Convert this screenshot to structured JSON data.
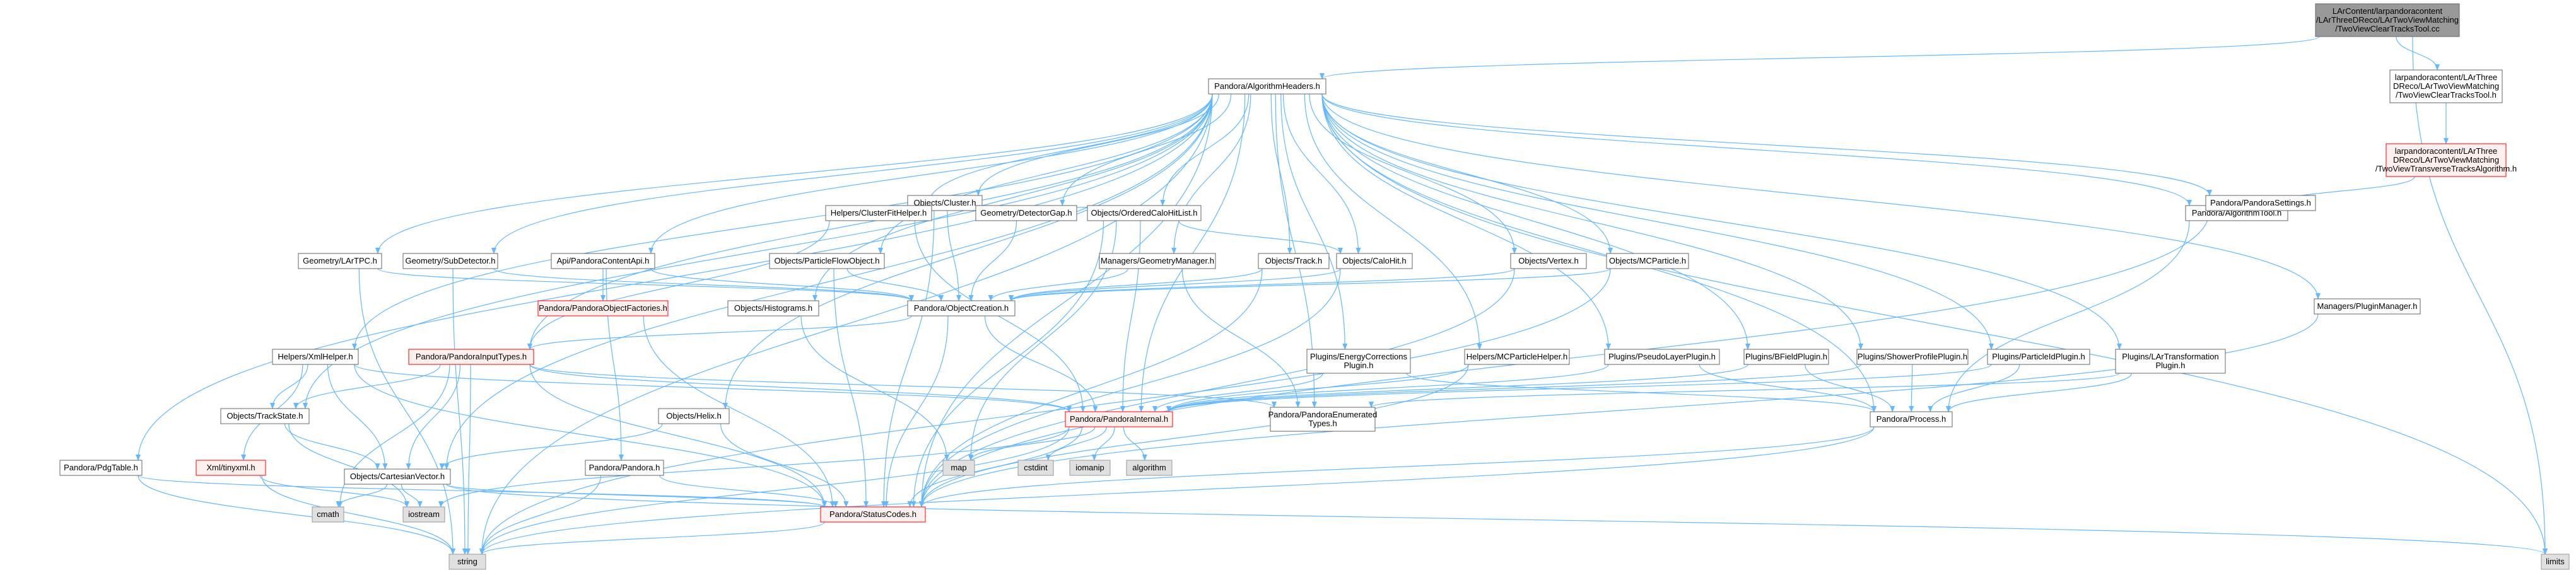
{
  "colors": {
    "edge": "#63b8ff",
    "node_border": "#666666",
    "node_fill": "#ffffff",
    "root_fill": "#999999",
    "grey_fill": "#e0e0e0",
    "red_border": "#ff0000",
    "red_fill": "#fff0f0"
  },
  "nodes": [
    {
      "id": "root",
      "lines": [
        "LArContent/larpandoracontent",
        "/LArThreeDReco/LArTwoViewMatching",
        "/TwoViewClearTracksTool.cc"
      ],
      "style": "root"
    },
    {
      "id": "alg_headers",
      "lines": [
        "Pandora/AlgorithmHeaders.h"
      ],
      "style": "normal"
    },
    {
      "id": "twoview_tool_h",
      "lines": [
        "larpandoracontent/LArThree",
        "DReco/LArTwoViewMatching",
        "/TwoViewClearTracksTool.h"
      ],
      "style": "normal"
    },
    {
      "id": "limits",
      "lines": [
        "limits"
      ],
      "style": "grey"
    },
    {
      "id": "transverse_alg",
      "lines": [
        "larpandoracontent/LArThree",
        "DReco/LArTwoViewMatching",
        "/TwoViewTransverseTracksAlgorithm.h"
      ],
      "style": "red"
    },
    {
      "id": "alg_tool",
      "lines": [
        "Pandora/AlgorithmTool.h"
      ],
      "style": "normal"
    },
    {
      "id": "pandora_settings",
      "lines": [
        "Pandora/PandoraSettings.h"
      ],
      "style": "normal"
    },
    {
      "id": "objects_cluster",
      "lines": [
        "Objects/Cluster.h"
      ],
      "style": "normal"
    },
    {
      "id": "clusterfit",
      "lines": [
        "Helpers/ClusterFitHelper.h"
      ],
      "style": "normal"
    },
    {
      "id": "detector_gap",
      "lines": [
        "Geometry/DetectorGap.h"
      ],
      "style": "normal"
    },
    {
      "id": "ordered_calohitlist",
      "lines": [
        "Objects/OrderedCaloHitList.h"
      ],
      "style": "normal"
    },
    {
      "id": "lartpc",
      "lines": [
        "Geometry/LArTPC.h"
      ],
      "style": "normal"
    },
    {
      "id": "subdetector",
      "lines": [
        "Geometry/SubDetector.h"
      ],
      "style": "normal"
    },
    {
      "id": "api_content",
      "lines": [
        "Api/PandoraContentApi.h"
      ],
      "style": "normal"
    },
    {
      "id": "particleflow",
      "lines": [
        "Objects/ParticleFlowObject.h"
      ],
      "style": "normal"
    },
    {
      "id": "geom_manager",
      "lines": [
        "Managers/GeometryManager.h"
      ],
      "style": "normal"
    },
    {
      "id": "objects_track",
      "lines": [
        "Objects/Track.h"
      ],
      "style": "normal"
    },
    {
      "id": "objects_calohit",
      "lines": [
        "Objects/CaloHit.h"
      ],
      "style": "normal"
    },
    {
      "id": "objects_vertex",
      "lines": [
        "Objects/Vertex.h"
      ],
      "style": "normal"
    },
    {
      "id": "objects_mcparticle",
      "lines": [
        "Objects/MCParticle.h"
      ],
      "style": "normal"
    },
    {
      "id": "plugin_manager",
      "lines": [
        "Managers/PluginManager.h"
      ],
      "style": "normal"
    },
    {
      "id": "object_factories",
      "lines": [
        "Pandora/PandoraObjectFactories.h"
      ],
      "style": "red"
    },
    {
      "id": "object_creation",
      "lines": [
        "Pandora/ObjectCreation.h"
      ],
      "style": "normal"
    },
    {
      "id": "objects_histograms",
      "lines": [
        "Objects/Histograms.h"
      ],
      "style": "normal"
    },
    {
      "id": "xml_helper",
      "lines": [
        "Helpers/XmlHelper.h"
      ],
      "style": "normal"
    },
    {
      "id": "input_types",
      "lines": [
        "Pandora/PandoraInputTypes.h"
      ],
      "style": "red"
    },
    {
      "id": "energy_corrections",
      "lines": [
        "Plugins/EnergyCorrections",
        "Plugin.h"
      ],
      "style": "normal"
    },
    {
      "id": "mcparticle_helper",
      "lines": [
        "Helpers/MCParticleHelper.h"
      ],
      "style": "normal"
    },
    {
      "id": "pseudolayer",
      "lines": [
        "Plugins/PseudoLayerPlugin.h"
      ],
      "style": "normal"
    },
    {
      "id": "bfield",
      "lines": [
        "Plugins/BFieldPlugin.h"
      ],
      "style": "normal"
    },
    {
      "id": "showerprofile",
      "lines": [
        "Plugins/ShowerProfilePlugin.h"
      ],
      "style": "normal"
    },
    {
      "id": "particleid",
      "lines": [
        "Plugins/ParticleIdPlugin.h"
      ],
      "style": "normal"
    },
    {
      "id": "lartransformation",
      "lines": [
        "Plugins/LArTransformation",
        "Plugin.h"
      ],
      "style": "normal"
    },
    {
      "id": "objects_trackstate",
      "lines": [
        "Objects/TrackState.h"
      ],
      "style": "normal"
    },
    {
      "id": "objects_helix",
      "lines": [
        "Objects/Helix.h"
      ],
      "style": "normal"
    },
    {
      "id": "pandora_internal",
      "lines": [
        "Pandora/PandoraInternal.h"
      ],
      "style": "red"
    },
    {
      "id": "enumerated_types",
      "lines": [
        "Pandora/PandoraEnumerated",
        "Types.h"
      ],
      "style": "normal"
    },
    {
      "id": "pandora_process",
      "lines": [
        "Pandora/Process.h"
      ],
      "style": "normal"
    },
    {
      "id": "tinyxml",
      "lines": [
        "Xml/tinyxml.h"
      ],
      "style": "red"
    },
    {
      "id": "cartesian_vector",
      "lines": [
        "Objects/CartesianVector.h"
      ],
      "style": "normal"
    },
    {
      "id": "map",
      "lines": [
        "map"
      ],
      "style": "grey"
    },
    {
      "id": "cstdint",
      "lines": [
        "cstdint"
      ],
      "style": "grey"
    },
    {
      "id": "iomanip",
      "lines": [
        "iomanip"
      ],
      "style": "grey"
    },
    {
      "id": "algorithm",
      "lines": [
        "algorithm"
      ],
      "style": "grey"
    },
    {
      "id": "pdgtable",
      "lines": [
        "Pandora/PdgTable.h"
      ],
      "style": "normal"
    },
    {
      "id": "pandora_h",
      "lines": [
        "Pandora/Pandora.h"
      ],
      "style": "normal"
    },
    {
      "id": "cmath",
      "lines": [
        "cmath"
      ],
      "style": "grey"
    },
    {
      "id": "iostream",
      "lines": [
        "iostream"
      ],
      "style": "grey"
    },
    {
      "id": "status_codes",
      "lines": [
        "Pandora/StatusCodes.h"
      ],
      "style": "red"
    },
    {
      "id": "string",
      "lines": [
        "string"
      ],
      "style": "grey"
    }
  ],
  "edges": [
    [
      "root",
      "alg_headers"
    ],
    [
      "root",
      "twoview_tool_h"
    ],
    [
      "root",
      "limits"
    ],
    [
      "twoview_tool_h",
      "transverse_alg"
    ],
    [
      "transverse_alg",
      "alg_tool"
    ],
    [
      "alg_headers",
      "limits"
    ],
    [
      "alg_headers",
      "pandora_settings"
    ],
    [
      "alg_headers",
      "alg_tool"
    ],
    [
      "alg_headers",
      "objects_cluster"
    ],
    [
      "alg_headers",
      "clusterfit"
    ],
    [
      "alg_headers",
      "detector_gap"
    ],
    [
      "alg_headers",
      "ordered_calohitlist"
    ],
    [
      "alg_headers",
      "lartpc"
    ],
    [
      "alg_headers",
      "subdetector"
    ],
    [
      "alg_headers",
      "api_content"
    ],
    [
      "alg_headers",
      "particleflow"
    ],
    [
      "alg_headers",
      "geom_manager"
    ],
    [
      "alg_headers",
      "objects_track"
    ],
    [
      "alg_headers",
      "objects_calohit"
    ],
    [
      "alg_headers",
      "objects_vertex"
    ],
    [
      "alg_headers",
      "objects_mcparticle"
    ],
    [
      "alg_headers",
      "plugin_manager"
    ],
    [
      "alg_headers",
      "objects_histograms"
    ],
    [
      "alg_headers",
      "xml_helper"
    ],
    [
      "alg_headers",
      "input_types"
    ],
    [
      "alg_headers",
      "energy_corrections"
    ],
    [
      "alg_headers",
      "mcparticle_helper"
    ],
    [
      "alg_headers",
      "pseudolayer"
    ],
    [
      "alg_headers",
      "bfield"
    ],
    [
      "alg_headers",
      "showerprofile"
    ],
    [
      "alg_headers",
      "particleid"
    ],
    [
      "alg_headers",
      "lartransformation"
    ],
    [
      "alg_headers",
      "objects_trackstate"
    ],
    [
      "alg_headers",
      "objects_helix"
    ],
    [
      "alg_headers",
      "pandora_internal"
    ],
    [
      "alg_headers",
      "enumerated_types"
    ],
    [
      "alg_headers",
      "pandora_process"
    ],
    [
      "alg_headers",
      "cartesian_vector"
    ],
    [
      "alg_headers",
      "pdgtable"
    ],
    [
      "alg_headers",
      "status_codes"
    ],
    [
      "alg_headers",
      "string"
    ],
    [
      "alg_tool",
      "pandora_process"
    ],
    [
      "pandora_settings",
      "status_codes"
    ],
    [
      "objects_cluster",
      "clusterfit"
    ],
    [
      "objects_cluster",
      "ordered_calohitlist"
    ],
    [
      "objects_cluster",
      "object_creation"
    ],
    [
      "objects_cluster",
      "status_codes"
    ],
    [
      "clusterfit",
      "input_types"
    ],
    [
      "clusterfit",
      "pandora_internal"
    ],
    [
      "detector_gap",
      "object_creation"
    ],
    [
      "ordered_calohitlist",
      "objects_calohit"
    ],
    [
      "ordered_calohitlist",
      "pandora_internal"
    ],
    [
      "ordered_calohitlist",
      "map"
    ],
    [
      "ordered_calohitlist",
      "status_codes"
    ],
    [
      "lartpc",
      "object_creation"
    ],
    [
      "lartpc",
      "string"
    ],
    [
      "subdetector",
      "object_creation"
    ],
    [
      "subdetector",
      "string"
    ],
    [
      "api_content",
      "object_creation"
    ],
    [
      "api_content",
      "object_factories"
    ],
    [
      "api_content",
      "pandora_h"
    ],
    [
      "particleflow",
      "object_creation"
    ],
    [
      "particleflow",
      "status_codes"
    ],
    [
      "geom_manager",
      "object_creation"
    ],
    [
      "geom_manager",
      "enumerated_types"
    ],
    [
      "objects_track",
      "object_creation"
    ],
    [
      "objects_track",
      "status_codes"
    ],
    [
      "objects_calohit",
      "object_creation"
    ],
    [
      "objects_calohit",
      "status_codes"
    ],
    [
      "objects_vertex",
      "object_creation"
    ],
    [
      "objects_vertex",
      "status_codes"
    ],
    [
      "objects_mcparticle",
      "object_creation"
    ],
    [
      "objects_mcparticle",
      "string"
    ],
    [
      "plugin_manager",
      "status_codes"
    ],
    [
      "object_factories",
      "status_codes"
    ],
    [
      "object_creation",
      "input_types"
    ],
    [
      "object_creation",
      "pandora_internal"
    ],
    [
      "object_creation",
      "status_codes"
    ],
    [
      "objects_histograms",
      "map"
    ],
    [
      "xml_helper",
      "objects_trackstate"
    ],
    [
      "xml_helper",
      "tinyxml"
    ],
    [
      "xml_helper",
      "cartesian_vector"
    ],
    [
      "xml_helper",
      "pandora_internal"
    ],
    [
      "xml_helper",
      "status_codes"
    ],
    [
      "input_types",
      "objects_trackstate"
    ],
    [
      "input_types",
      "cartesian_vector"
    ],
    [
      "input_types",
      "pandora_internal"
    ],
    [
      "input_types",
      "enumerated_types"
    ],
    [
      "input_types",
      "status_codes"
    ],
    [
      "input_types",
      "cmath"
    ],
    [
      "input_types",
      "string"
    ],
    [
      "energy_corrections",
      "pandora_internal"
    ],
    [
      "energy_corrections",
      "pandora_process"
    ],
    [
      "mcparticle_helper",
      "pandora_internal"
    ],
    [
      "mcparticle_helper",
      "status_codes"
    ],
    [
      "pseudolayer",
      "pandora_internal"
    ],
    [
      "pseudolayer",
      "pandora_process"
    ],
    [
      "bfield",
      "pandora_internal"
    ],
    [
      "bfield",
      "pandora_process"
    ],
    [
      "showerprofile",
      "pandora_internal"
    ],
    [
      "showerprofile",
      "pandora_process"
    ],
    [
      "particleid",
      "pandora_internal"
    ],
    [
      "particleid",
      "pandora_process"
    ],
    [
      "lartransformation",
      "enumerated_types"
    ],
    [
      "lartransformation",
      "pandora_process"
    ],
    [
      "objects_trackstate",
      "cartesian_vector"
    ],
    [
      "objects_trackstate",
      "iostream"
    ],
    [
      "objects_helix",
      "cartesian_vector"
    ],
    [
      "objects_helix",
      "status_codes"
    ],
    [
      "pandora_internal",
      "map"
    ],
    [
      "pandora_internal",
      "cstdint"
    ],
    [
      "pandora_internal",
      "iomanip"
    ],
    [
      "pandora_internal",
      "algorithm"
    ],
    [
      "pandora_internal",
      "status_codes"
    ],
    [
      "pandora_internal",
      "string"
    ],
    [
      "pandora_internal",
      "iostream"
    ],
    [
      "pandora_process",
      "status_codes"
    ],
    [
      "pandora_process",
      "string"
    ],
    [
      "tinyxml",
      "iostream"
    ],
    [
      "tinyxml",
      "string"
    ],
    [
      "cartesian_vector",
      "cmath"
    ],
    [
      "cartesian_vector",
      "iostream"
    ],
    [
      "cartesian_vector",
      "limits"
    ],
    [
      "cartesian_vector",
      "status_codes"
    ],
    [
      "pdgtable",
      "status_codes"
    ],
    [
      "pdgtable",
      "string"
    ],
    [
      "pandora_h",
      "status_codes"
    ],
    [
      "pandora_h",
      "string"
    ],
    [
      "status_codes",
      "string"
    ]
  ]
}
